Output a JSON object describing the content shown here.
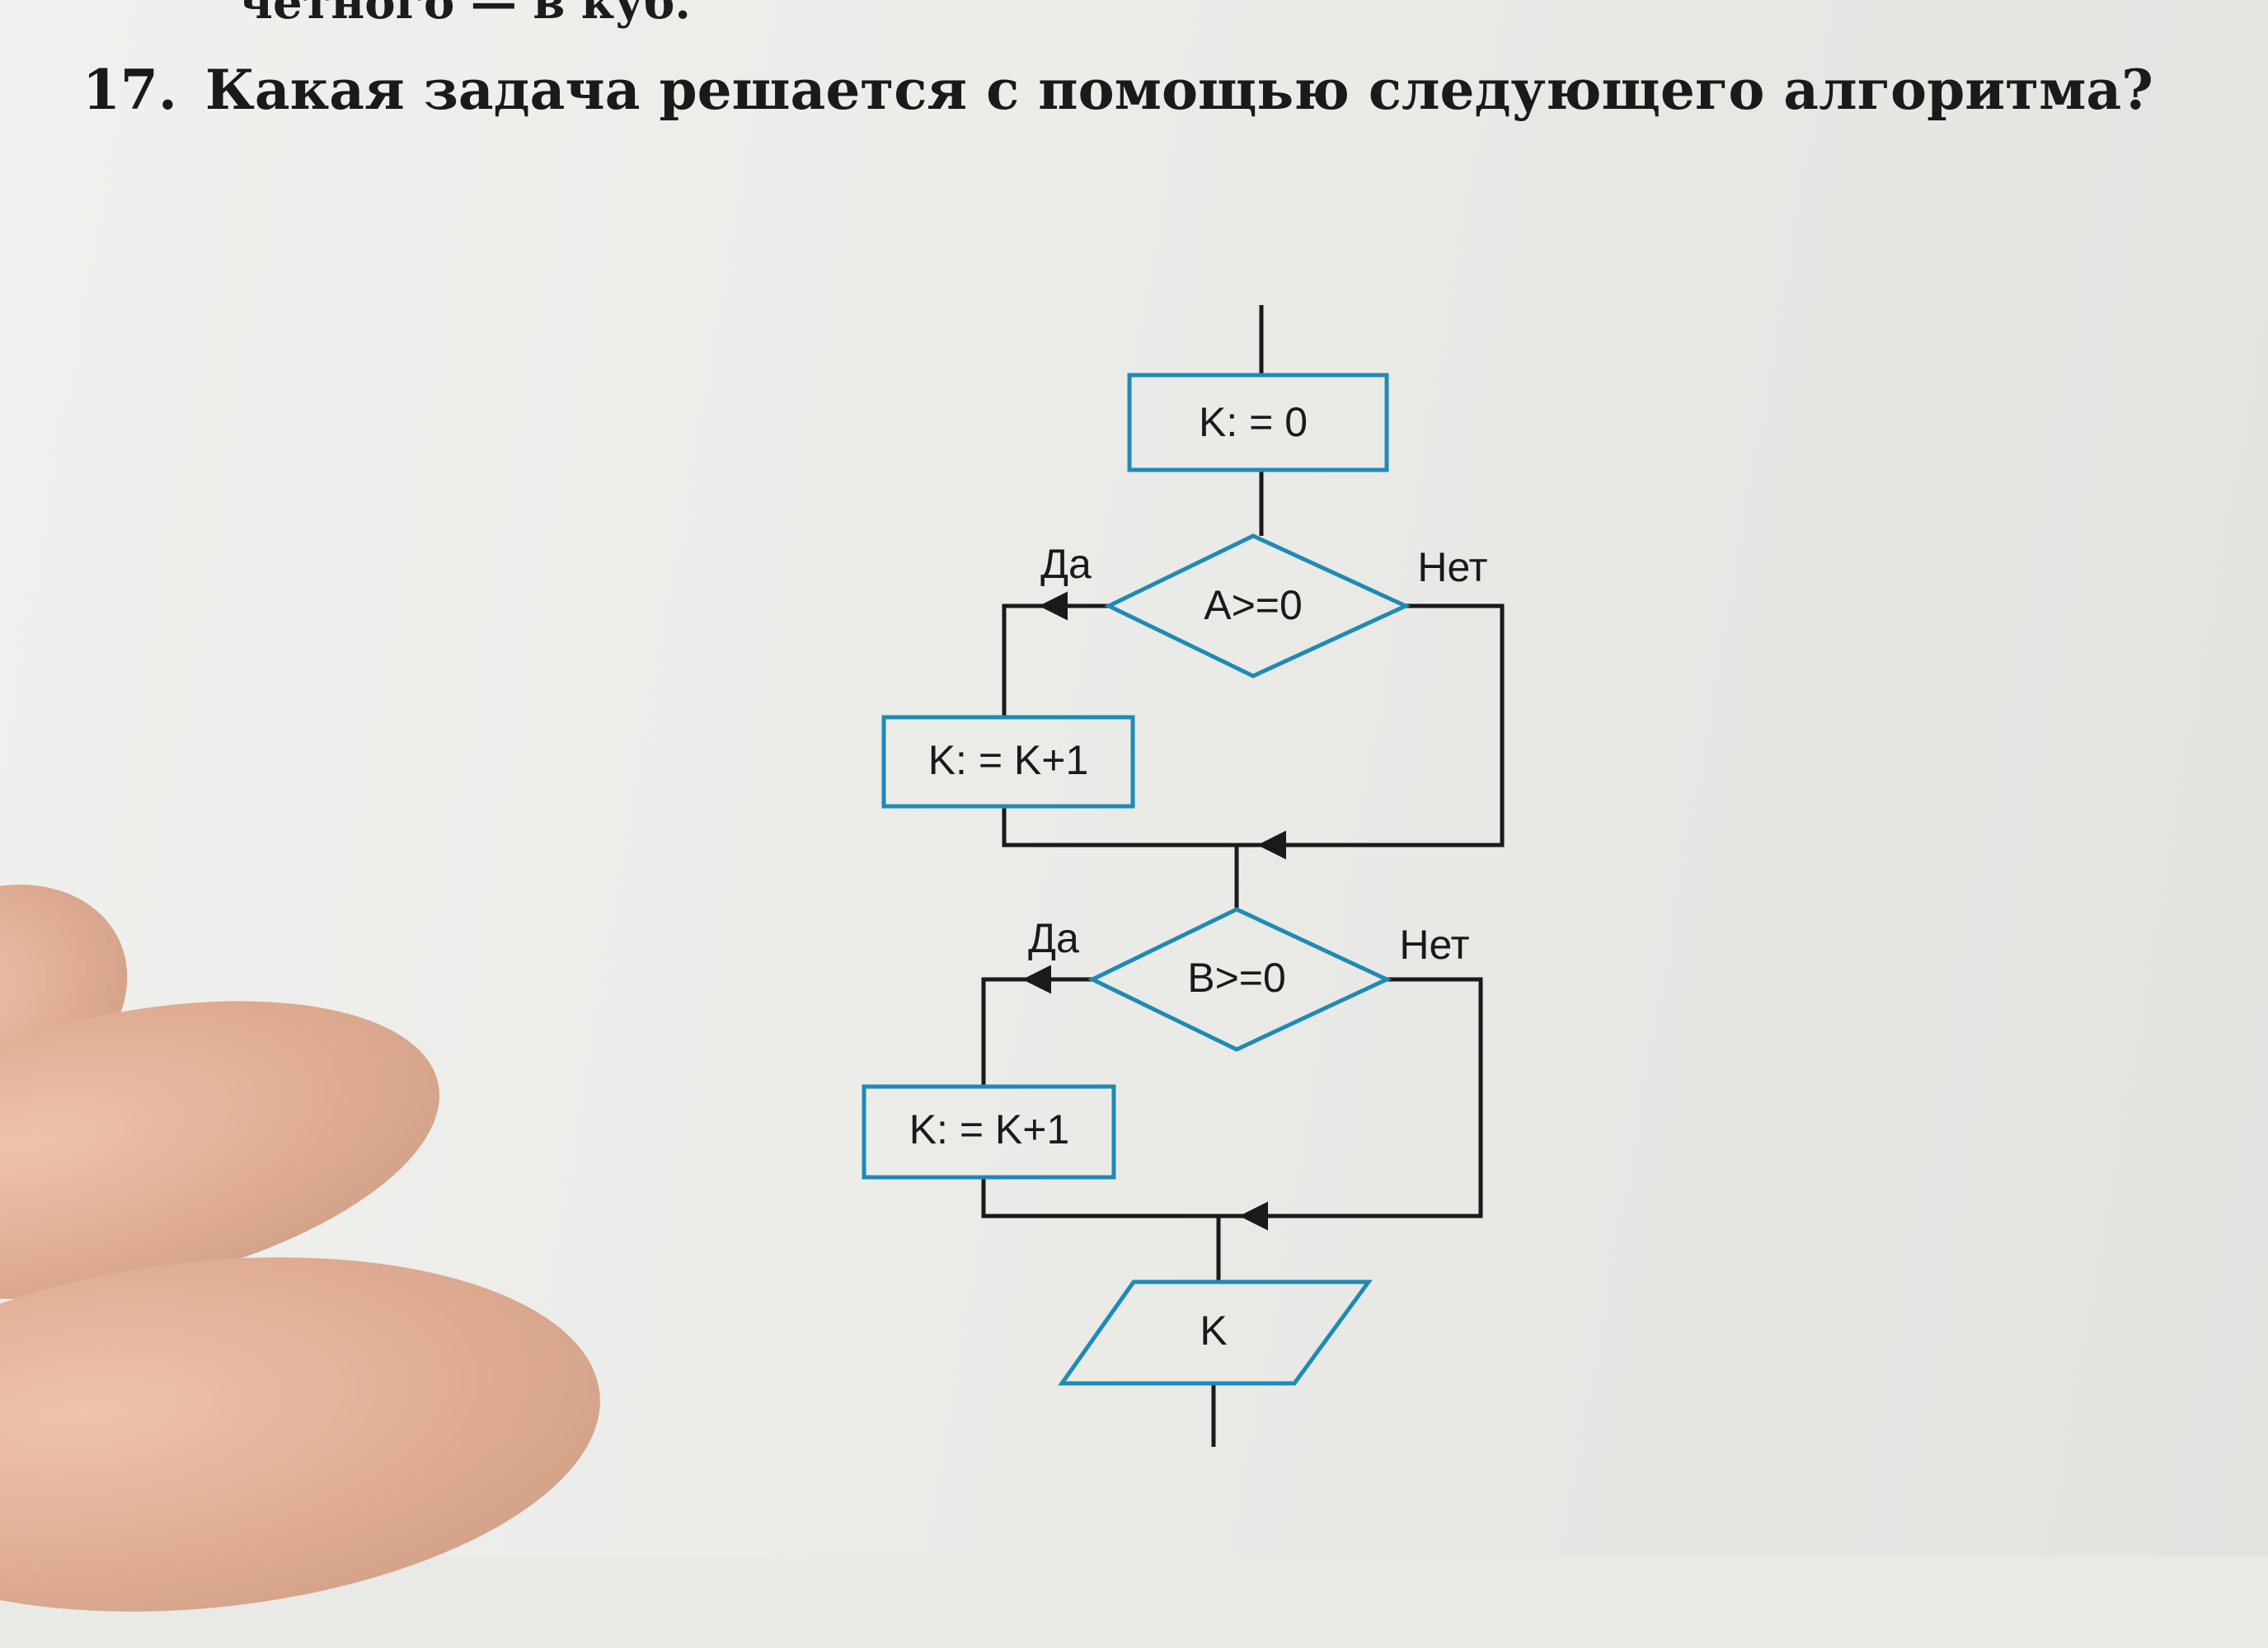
{
  "page": {
    "previous_line_fragment": "четного — в куб.",
    "question_number": "17.",
    "question_text": "Какая задача решается с помощью следующего алгоритма?"
  },
  "flowchart": {
    "init_block": "K: = 0",
    "condition_a": "A>=0",
    "condition_b": "B>=0",
    "yes_label": "Да",
    "no_label": "Нет",
    "increment_block": "K: = K+1",
    "output_block": "K"
  },
  "colors": {
    "block_outline": "#1f8ab5",
    "line": "#1a1a1a",
    "text": "#1a1a1a"
  }
}
